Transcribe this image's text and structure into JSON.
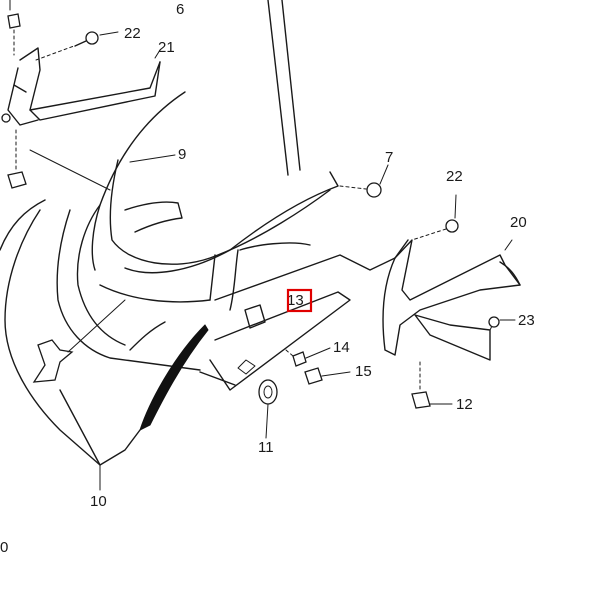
{
  "labels": {
    "l6": "6",
    "l22a": "22",
    "l21": "21",
    "l9": "9",
    "l7": "7",
    "l22b": "22",
    "l20": "20",
    "l13": "13",
    "l14": "14",
    "l15": "15",
    "l23": "23",
    "l12": "12",
    "l11": "11",
    "l10": "10",
    "l0": "0"
  },
  "highlight_color": "#e00000"
}
